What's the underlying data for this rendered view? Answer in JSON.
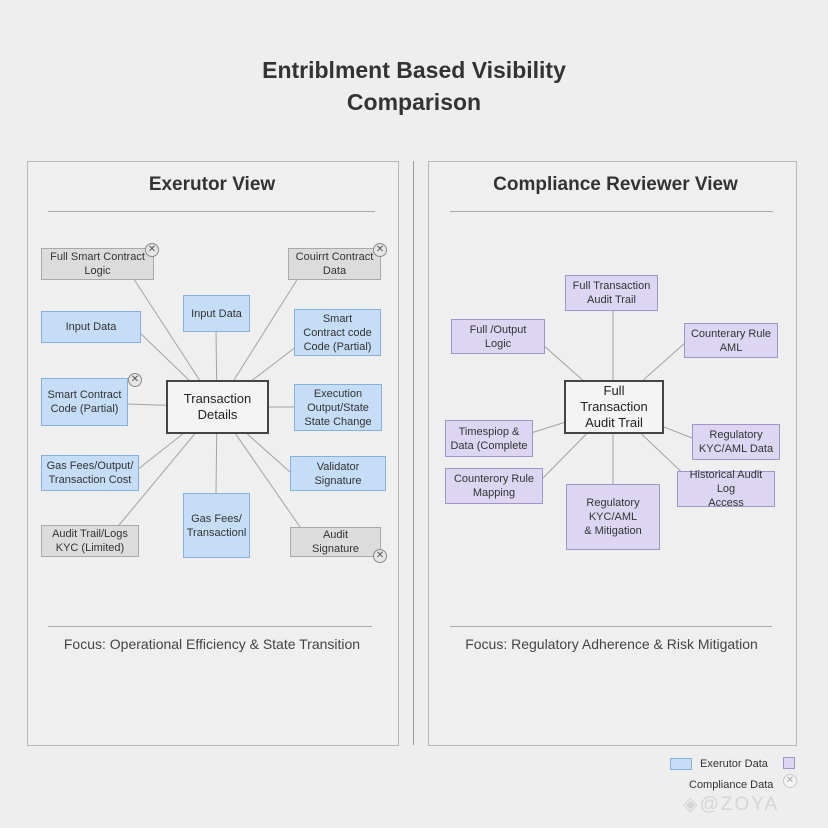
{
  "title": {
    "line1": "Entriblment Based Visibility",
    "line2": "Comparison"
  },
  "left_panel": {
    "title": "Exerutor View",
    "center": "Transaction\nDetails",
    "nodes": {
      "full_smart_contract": "Full Smart Contract\nLogic",
      "count_contract_data": "Couirrt Contract\nData",
      "input_data_left": "Input Data",
      "input_data_top": "Input Data",
      "smart_contract_code_right": "Smart\nContract code\nCode (Partial)",
      "smart_contract_code_left": "Smart Contract\nCode (Partial)",
      "execution_output": "Execution\nOutput/State\nState Change",
      "gas_fees_output": "Gas Fees/Output/\nTransaction Cost",
      "validator_signature": "Validator Signature",
      "audit_trail_logs": "Audit Trail/Logs\nKYC (Limited)",
      "gas_fees_bottom": "Gas Fees/\nTransactionl",
      "audit_signature": "Audit\nSignature"
    },
    "focus": "Focus: Operational Efficiency & State Transition"
  },
  "right_panel": {
    "title": "Compliance Reviewer View",
    "center": "Full Transaction\nAudit Trail",
    "nodes": {
      "full_transaction_top": "Full Transaction\nAudit Trail",
      "full_output_logic": "Full /Output\nLogic",
      "counterary_rule_aml": "Counterary Rule\nAML",
      "timestamp_data": "Timespiop &\nData (Complete",
      "regulatory_kyc_data": "Regulatory\nKYC/AML Data",
      "counterory_rule_mapping": "Counterory Rule\nMapping",
      "regulatory_kyc_mitigation": "Regulatory\nKYC/AML\n& Mitigation",
      "historical_audit_log": "Historical Audit Log\nAccess"
    },
    "focus": "Focus: Regulatory Adherence & Risk Mitigation"
  },
  "legend": {
    "executor": "Exerutor Data",
    "compliance": "Compliance Data"
  },
  "watermark": "@ZOYA",
  "icons": {
    "remove": "close-circle-icon",
    "legend_close": "close-icon",
    "watermark_logo": "diamond-logo-icon"
  },
  "colors": {
    "executor": "#c5ddf6",
    "restricted": "#dcdcdc",
    "compliance": "#dcd6f2"
  }
}
